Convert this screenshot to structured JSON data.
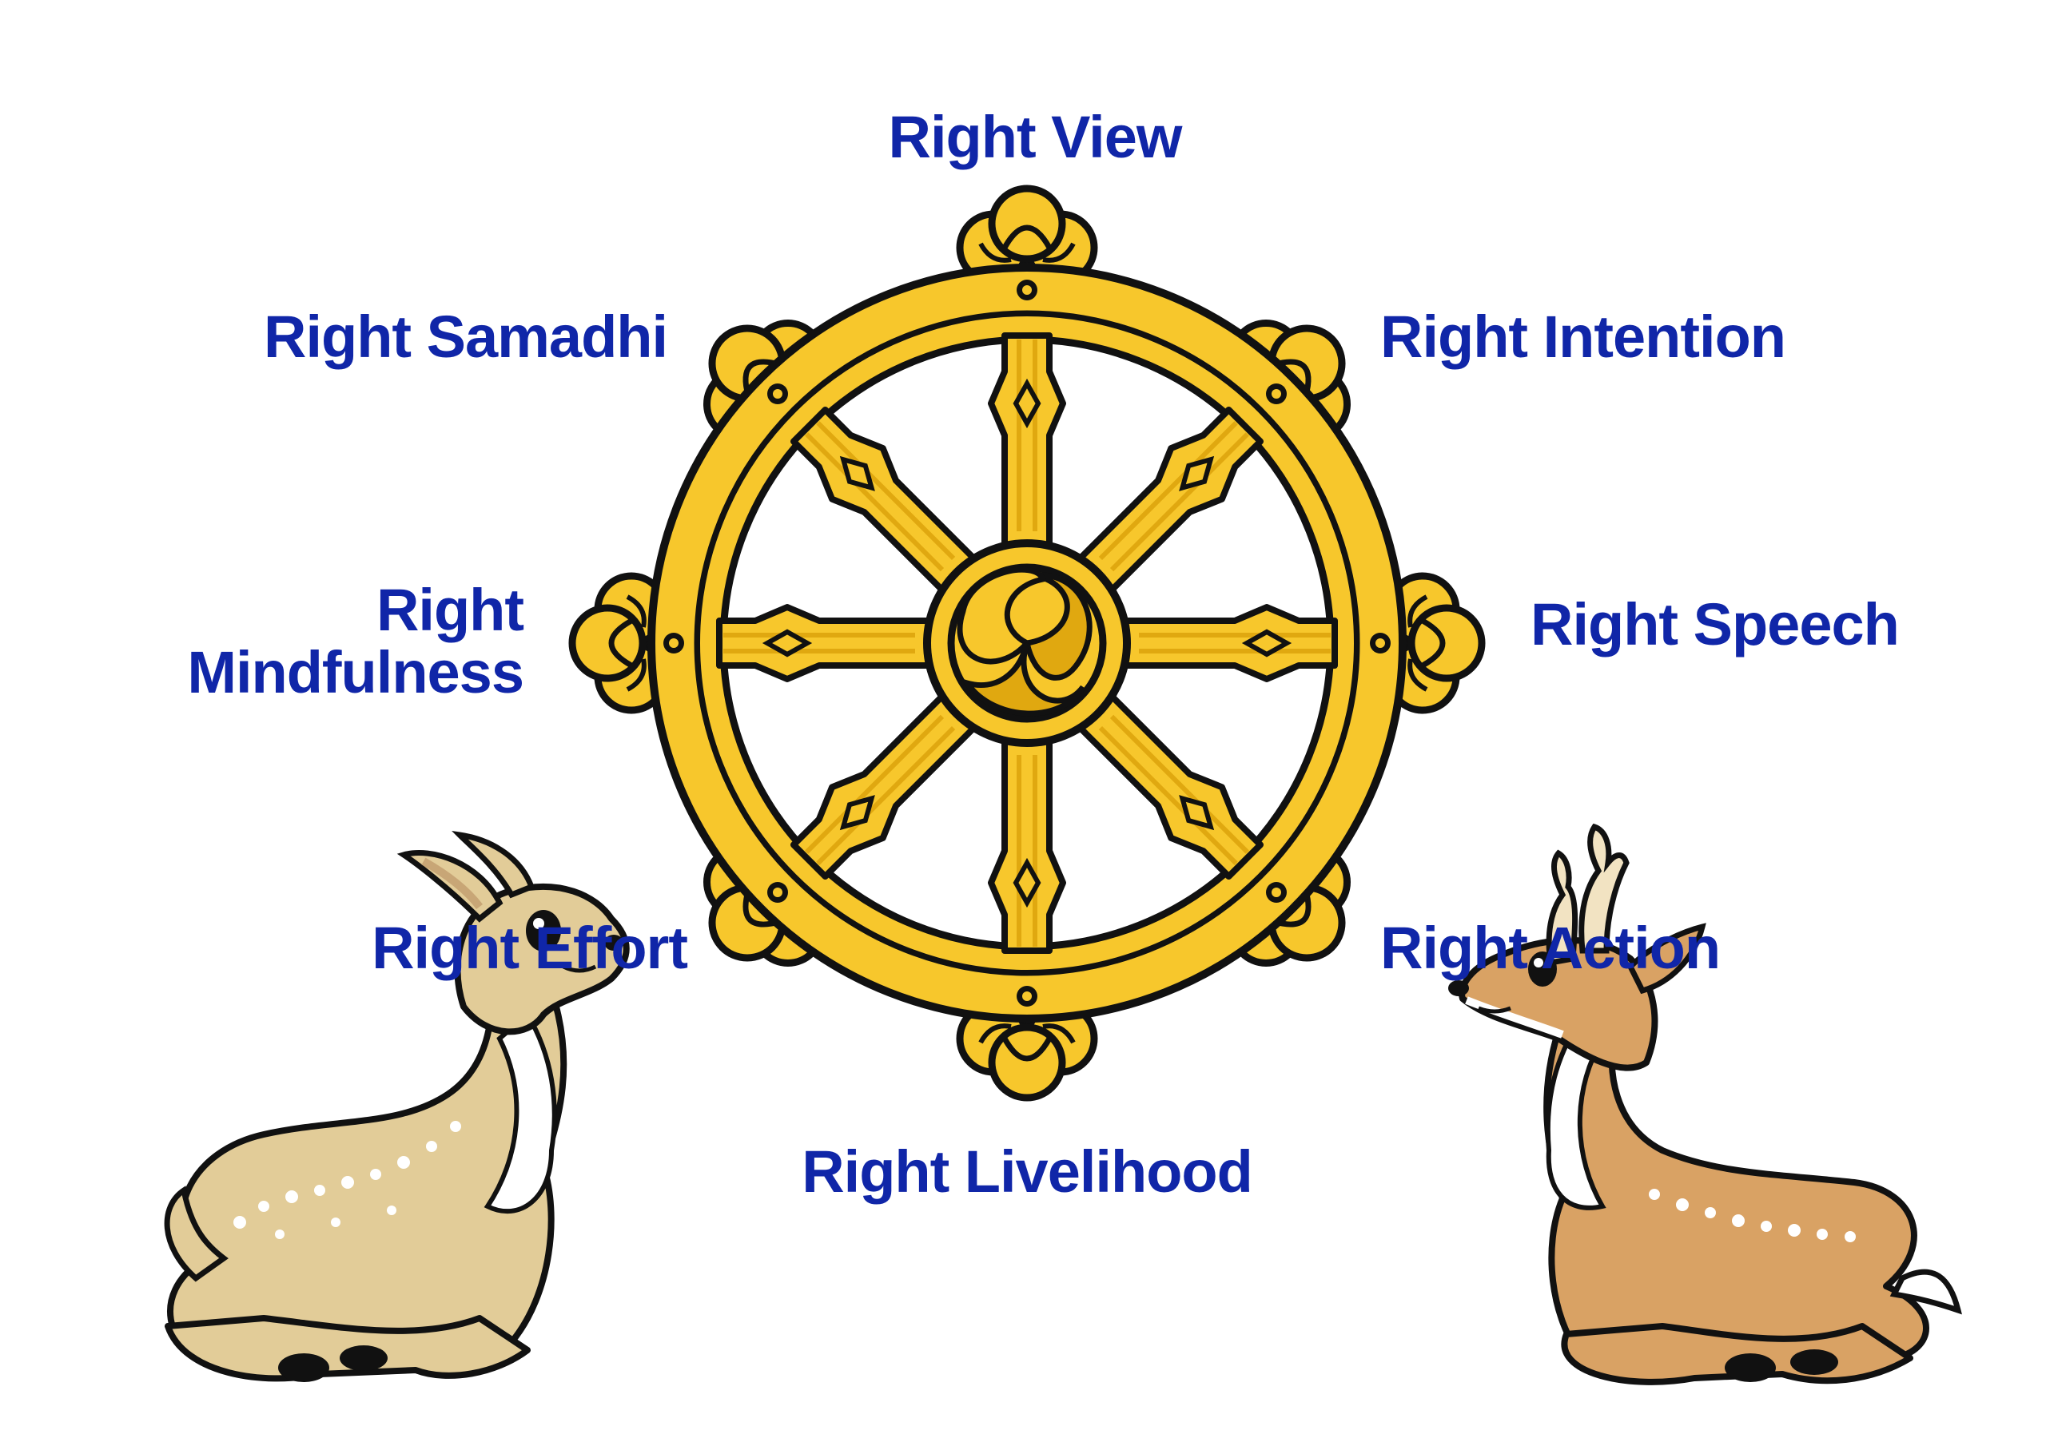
{
  "diagram": {
    "labels": {
      "top": "Right View",
      "top_right": "Right Intention",
      "right": "Right Speech",
      "bottom_right": "Right Action",
      "bottom": "Right Livelihood",
      "bottom_left": "Right Effort",
      "left_line1": "Right",
      "left_line2": "Mindfulness",
      "top_left": "Right Samadhi"
    },
    "colors": {
      "label_text": "#1026a8",
      "wheel_gold": "#f7c72c",
      "wheel_dark_gold": "#e0a810",
      "outline": "#111111",
      "fawn_body": "#e2cc98",
      "stag_body": "#d9a264"
    },
    "figures": {
      "wheel": "dharma-wheel-icon",
      "left_animal": "fawn-icon",
      "right_animal": "stag-icon"
    }
  }
}
